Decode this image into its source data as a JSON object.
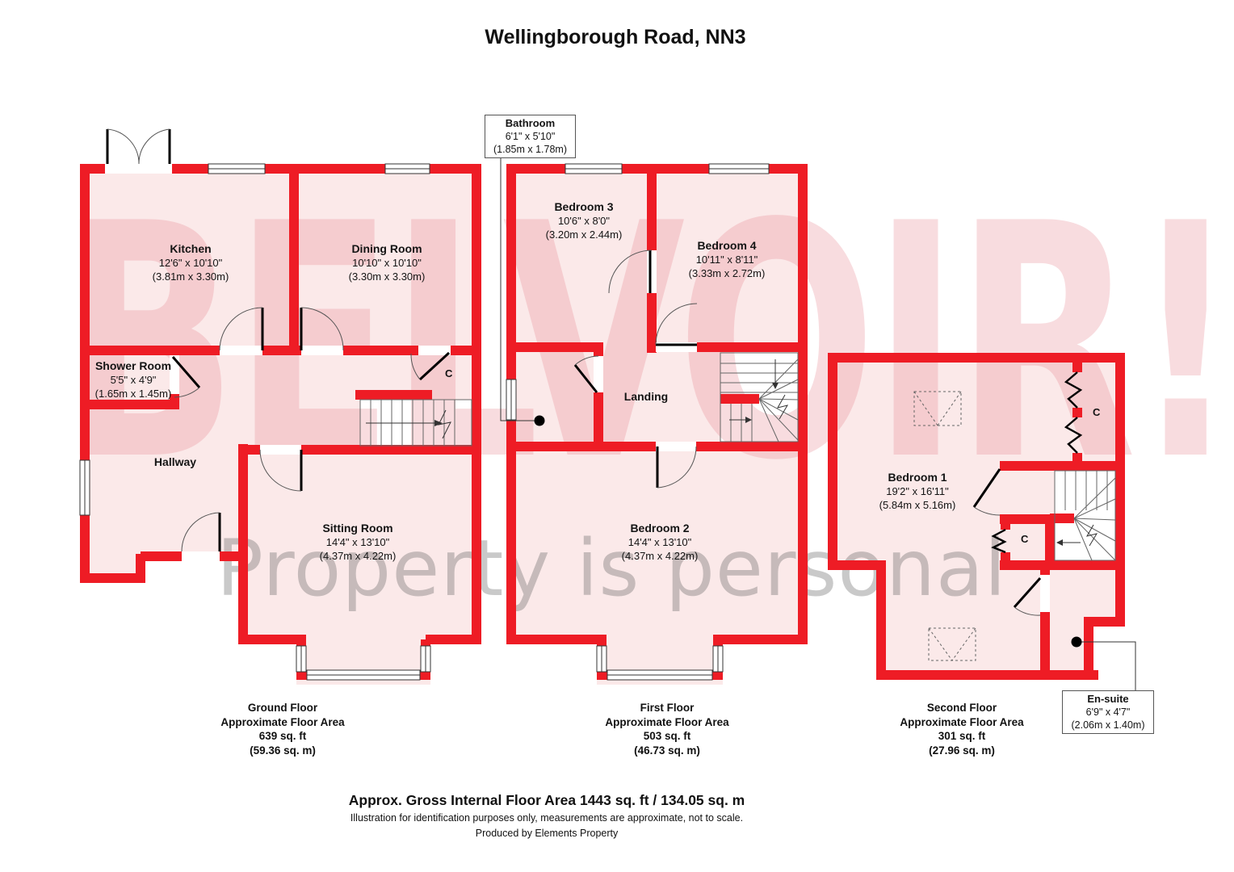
{
  "title": "Wellingborough Road, NN3",
  "watermark": {
    "brand": "BELVOIR!",
    "tagline": "Property is personal"
  },
  "colors": {
    "wall": "#ee1c25",
    "room_fill": "#fbe9e9"
  },
  "rooms": {
    "kitchen": {
      "name": "Kitchen",
      "size_ft": "12'6\" x 10'10\"",
      "size_m": "(3.81m x 3.30m)"
    },
    "dining": {
      "name": "Dining Room",
      "size_ft": "10'10\" x 10'10\"",
      "size_m": "(3.30m x 3.30m)"
    },
    "shower_room": {
      "name": "Shower Room",
      "size_ft": "5'5\" x 4'9\"",
      "size_m": "(1.65m x 1.45m)"
    },
    "hallway": {
      "name": "Hallway"
    },
    "sitting_room": {
      "name": "Sitting Room",
      "size_ft": "14'4\" x 13'10\"",
      "size_m": "(4.37m x 4.22m)"
    },
    "bathroom": {
      "name": "Bathroom",
      "size_ft": "6'1\" x 5'10\"",
      "size_m": "(1.85m x 1.78m)"
    },
    "bedroom3": {
      "name": "Bedroom 3",
      "size_ft": "10'6\" x 8'0\"",
      "size_m": "(3.20m x 2.44m)"
    },
    "bedroom4": {
      "name": "Bedroom 4",
      "size_ft": "10'11\" x 8'11\"",
      "size_m": "(3.33m x 2.72m)"
    },
    "landing": {
      "name": "Landing"
    },
    "bedroom2": {
      "name": "Bedroom 2",
      "size_ft": "14'4\" x 13'10\"",
      "size_m": "(4.37m x 4.22m)"
    },
    "bedroom1": {
      "name": "Bedroom 1",
      "size_ft": "19'2\" x 16'11\"",
      "size_m": "(5.84m x 5.16m)"
    },
    "ensuite": {
      "name": "En-suite",
      "size_ft": "6'9\" x 4'7\"",
      "size_m": "(2.06m x 1.40m)"
    },
    "closet": "C"
  },
  "floors": {
    "ground": {
      "name": "Ground Floor",
      "area_label": "Approximate Floor Area",
      "area_ft": "639 sq. ft",
      "area_m": "(59.36 sq. m)"
    },
    "first": {
      "name": "First Floor",
      "area_label": "Approximate Floor Area",
      "area_ft": "503 sq. ft",
      "area_m": "(46.73 sq. m)"
    },
    "second": {
      "name": "Second Floor",
      "area_label": "Approximate Floor Area",
      "area_ft": "301 sq. ft",
      "area_m": "(27.96 sq. m)"
    }
  },
  "footer": {
    "total": "Approx. Gross Internal Floor Area 1443 sq. ft / 134.05 sq. m",
    "disclaimer": "Illustration for identification purposes only, measurements are approximate, not to scale.",
    "producer": "Produced by Elements Property"
  }
}
